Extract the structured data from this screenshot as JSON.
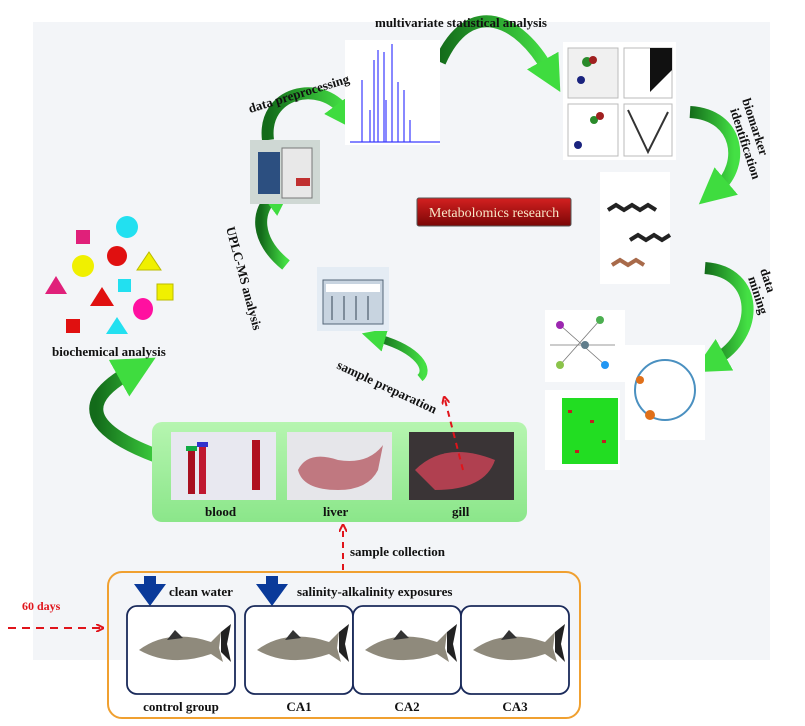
{
  "workflow": {
    "title": "Metabolomics research",
    "steps": {
      "data_preprocessing": "data preprocessing",
      "multivariate": "multivariate statistical analysis",
      "biomarker_1": "biomarker",
      "biomarker_2": "identification",
      "data_mining_1": "data",
      "data_mining_2": "mining",
      "uplc": "UPLC-MS analysis",
      "sample_preparation": "sample preparation",
      "biochemical": "biochemical analysis",
      "sample_collection": "sample collection"
    }
  },
  "tissues": [
    "blood",
    "liver",
    "gill"
  ],
  "experiment": {
    "duration": "60 days",
    "clean_water": "clean water",
    "exposure": "salinity-alkalinity exposures",
    "groups": [
      "control group",
      "CA1",
      "CA2",
      "CA3"
    ]
  },
  "colors": {
    "arrow_green": "#2fbf2f",
    "dark_green": "#136b1a",
    "tissue_panel": "#90ee90",
    "group_border": "#f0a030",
    "dashed_arrow": "#e0141b",
    "water_arrow": "#0a3a9a",
    "title_bg": "#b01010"
  }
}
